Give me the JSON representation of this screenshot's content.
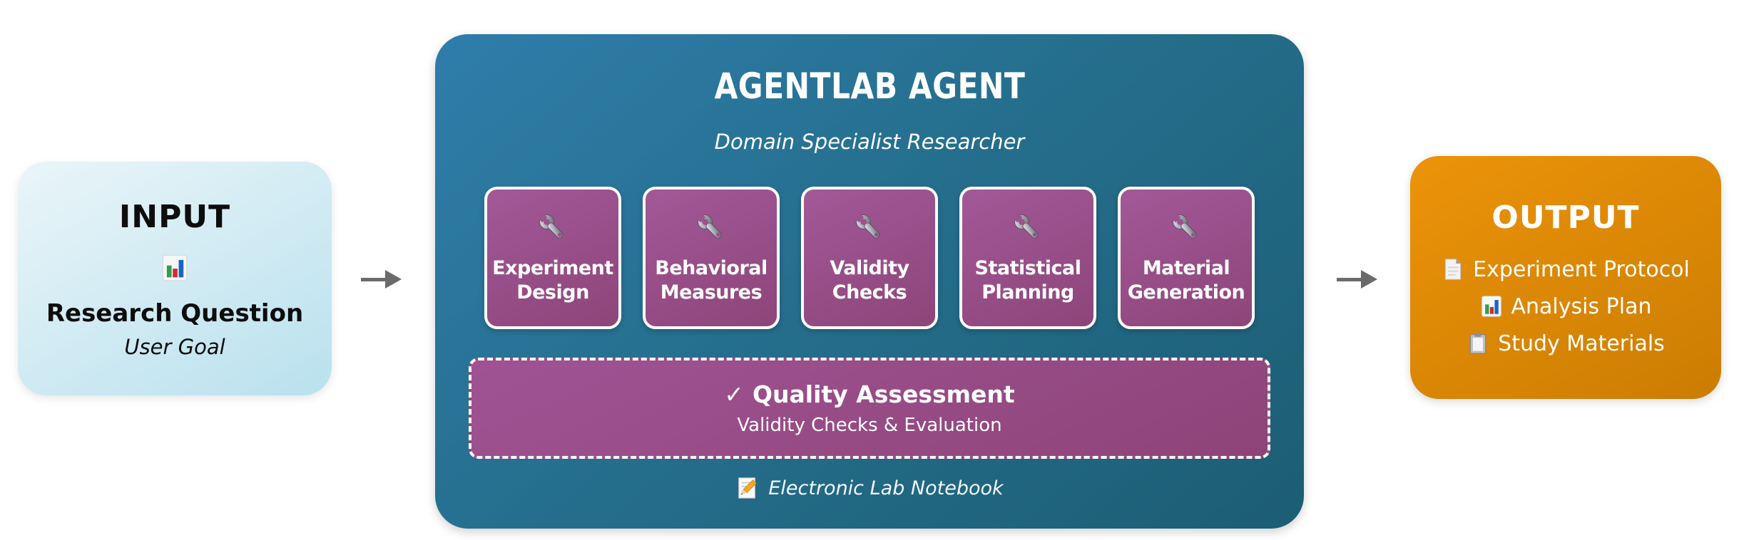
{
  "icons": {
    "bar-chart-icon": "📊",
    "wrench-icon": "🔧",
    "check-icon": "✓",
    "memo-icon": "📝",
    "page-icon": "📄",
    "clipboard-icon": "📋"
  },
  "colors": {
    "input_bg_from": "#eaf5f9",
    "input_bg_to": "#b9e1ee",
    "agent_bg_from": "#2f7dab",
    "agent_bg_to": "#1c5d73",
    "tool_bg_from": "#a35898",
    "tool_bg_to": "#8d4579",
    "output_bg_from": "#ec9309",
    "output_bg_to": "#cb7d02",
    "arrow": "#6a6a6a",
    "text_on_dark": "#ffffff",
    "text_on_light": "#0d0d0d"
  },
  "input_box": {
    "title": "INPUT",
    "icon": "bar-chart-icon",
    "line1": "Research Question",
    "line2": "User Goal"
  },
  "agent_box": {
    "title": "AGENTLAB AGENT",
    "subtitle": "Domain Specialist Researcher",
    "tools": [
      {
        "icon": "wrench-icon",
        "label": "Experiment Design"
      },
      {
        "icon": "wrench-icon",
        "label": "Behavioral Measures"
      },
      {
        "icon": "wrench-icon",
        "label": "Validity Checks"
      },
      {
        "icon": "wrench-icon",
        "label": "Statistical Planning"
      },
      {
        "icon": "wrench-icon",
        "label": "Material Generation"
      }
    ],
    "quality": {
      "check_glyph": "✓",
      "title": "Quality Assessment",
      "subtitle": "Validity Checks & Evaluation"
    },
    "footer": {
      "icon": "memo-icon",
      "label": "Electronic Lab Notebook"
    }
  },
  "output_box": {
    "title": "OUTPUT",
    "items": [
      {
        "icon": "page-icon",
        "label": "Experiment Protocol"
      },
      {
        "icon": "bar-chart-icon",
        "label": "Analysis Plan"
      },
      {
        "icon": "clipboard-icon",
        "label": "Study Materials"
      }
    ]
  }
}
